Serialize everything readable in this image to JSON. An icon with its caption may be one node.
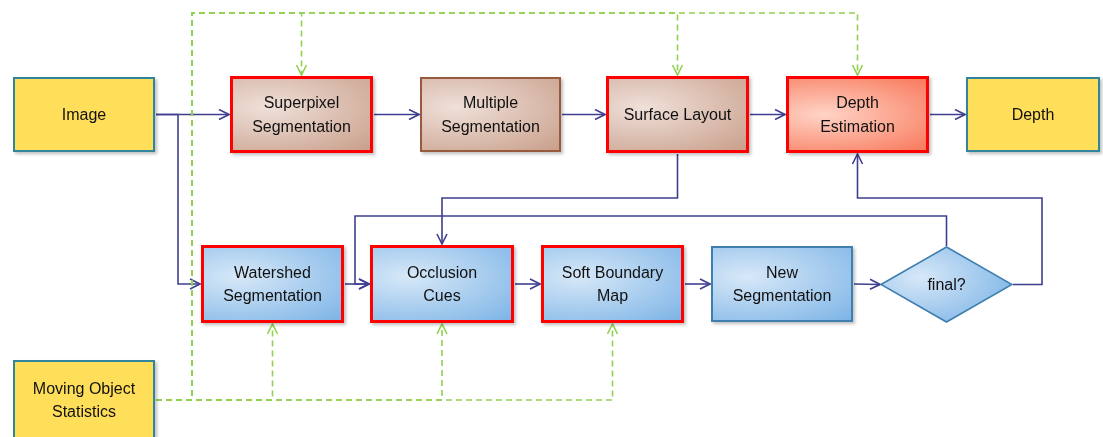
{
  "diagram": {
    "nodes": [
      {
        "text": [
          "Image"
        ]
      },
      {
        "text": [
          "Superpixel Segmentation"
        ]
      },
      {
        "text": [
          "Multiple Segmentation"
        ]
      },
      {
        "text": [
          "Surface Layout"
        ]
      },
      {
        "text": [
          "Depth Estimation"
        ]
      },
      {
        "text": [
          "Depth"
        ]
      },
      {
        "text": [
          "Watershed Segmentation"
        ]
      },
      {
        "text": [
          "Occlusion Cues"
        ]
      },
      {
        "text": [
          "Soft Boundary Map"
        ]
      },
      {
        "text": [
          "New Segmentation"
        ]
      },
      {
        "text": [
          "final?"
        ]
      },
      {
        "text": [
          "Moving Object Statistics"
        ]
      }
    ],
    "edges": [
      {
        "from": 0,
        "to": 1,
        "arrow": "to"
      },
      {
        "from": 1,
        "to": 2,
        "arrow": "to"
      },
      {
        "from": 2,
        "to": 3,
        "arrow": "to"
      },
      {
        "from": 3,
        "to": 4,
        "arrow": "to"
      },
      {
        "from": 4,
        "to": 5,
        "arrow": "to"
      },
      {
        "from": 0,
        "to": 6,
        "arrow": "to"
      },
      {
        "from": 3,
        "to": 7,
        "arrow": "to"
      },
      {
        "from": 6,
        "to": 7,
        "arrow": "to"
      },
      {
        "from": 10,
        "to": 7,
        "arrow": "to"
      },
      {
        "from": 7,
        "to": 8,
        "arrow": "to"
      },
      {
        "from": 8,
        "to": 9,
        "arrow": "to"
      },
      {
        "from": 9,
        "to": 10,
        "arrow": "to"
      },
      {
        "from": 10,
        "to": 4,
        "arrow": "to"
      },
      {
        "from": 11,
        "to": 1,
        "arrow": "to",
        "style": "dashed",
        "color": "#92d050"
      },
      {
        "from": 11,
        "to": 3,
        "arrow": "to",
        "style": "dashed",
        "color": "#92d050"
      },
      {
        "from": 11,
        "to": 4,
        "arrow": "to",
        "style": "dashed",
        "color": "#92d050"
      },
      {
        "from": 11,
        "to": 6,
        "arrow": "to",
        "style": "dashed",
        "color": "#92d050"
      },
      {
        "from": 11,
        "to": 7,
        "arrow": "to",
        "style": "dashed",
        "color": "#92d050"
      },
      {
        "from": 11,
        "to": 8,
        "arrow": "to",
        "style": "dashed",
        "color": "#92d050"
      }
    ]
  }
}
